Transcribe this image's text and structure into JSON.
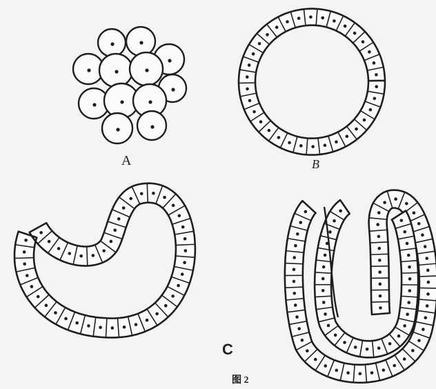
{
  "figure": {
    "stages": [
      {
        "id": "A",
        "label": "A",
        "name": "morula"
      },
      {
        "id": "B",
        "label": "B",
        "name": "blastula"
      },
      {
        "id": "C1",
        "label": "",
        "name": "early-gastrula"
      },
      {
        "id": "C2",
        "label": "",
        "name": "gastrula"
      }
    ],
    "group_label": "C",
    "caption": "图 2"
  }
}
